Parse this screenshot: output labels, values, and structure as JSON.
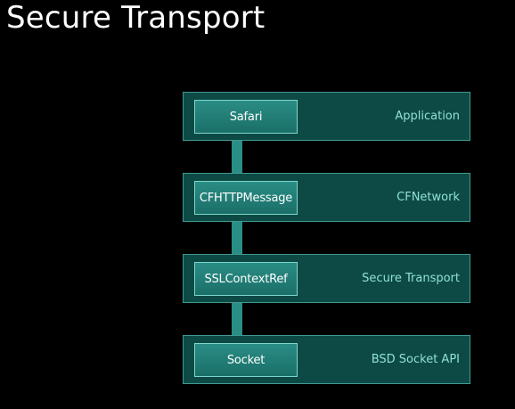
{
  "title": "Secure Transport",
  "layers": [
    {
      "component": "Safari",
      "label": "Application"
    },
    {
      "component": "CFHTTPMessage",
      "label": "CFNetwork"
    },
    {
      "component": "SSLContextRef",
      "label": "Secure Transport"
    },
    {
      "component": "Socket",
      "label": "BSD Socket API"
    }
  ],
  "colors": {
    "background": "#000000",
    "layer_fill": "#0e4a45",
    "layer_border": "#3e9a92",
    "component_fill": "#1f7d75",
    "component_border": "#7fd6cc",
    "layer_label_text": "#8fe0d6",
    "connector": "#2a8e86"
  }
}
